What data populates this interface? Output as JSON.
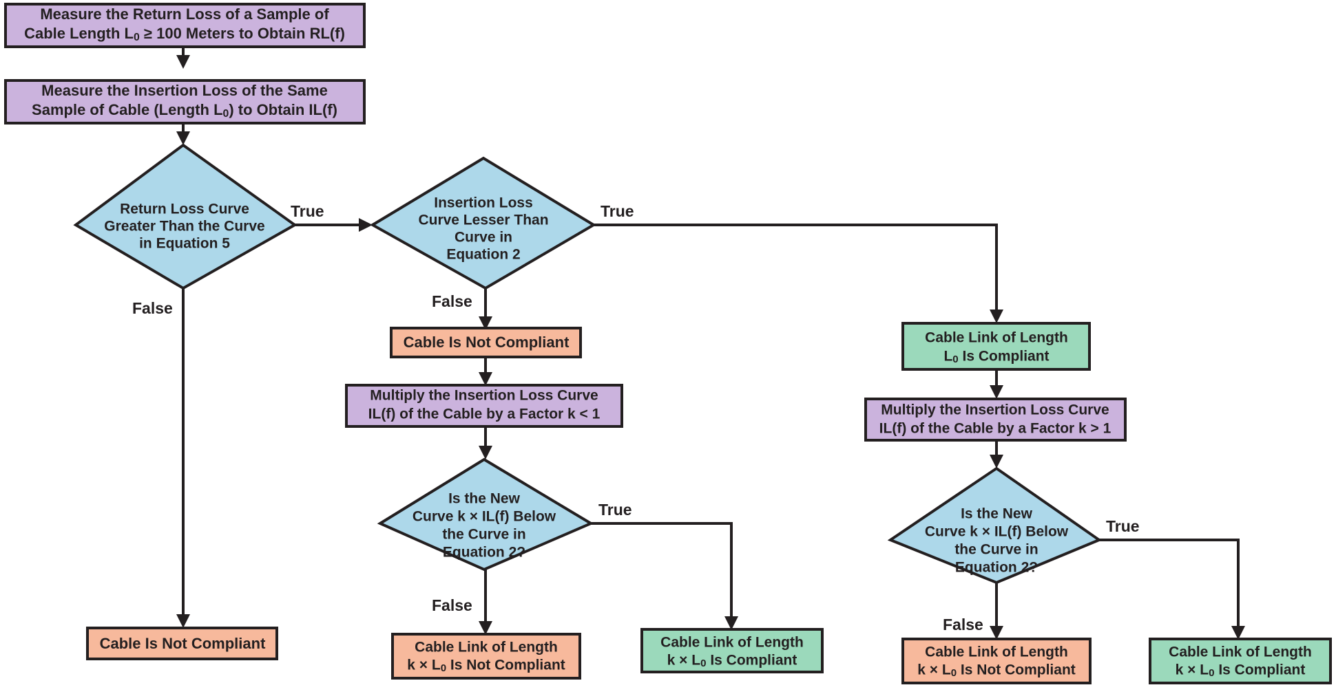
{
  "diagram": {
    "title": "Cable Compliance Testing Flowchart",
    "colors": {
      "process_fill": "#cbb3dd",
      "decision_fill": "#add8ea",
      "fail_fill": "#f7b99c",
      "pass_fill": "#9bd9bb",
      "stroke": "#231f20",
      "background": "#ffffff"
    },
    "nodes": [
      {
        "id": "measure-return-loss",
        "type": "process",
        "fill": "process_fill",
        "lines": [
          {
            "parts": [
              {
                "t": "Measure the Return Loss of a Sample of"
              }
            ]
          },
          {
            "parts": [
              {
                "t": "Cable Length L"
              },
              {
                "t": "0",
                "sub": true
              },
              {
                "t": " ≥ 100 Meters to Obtain RL(f)"
              }
            ]
          }
        ],
        "plain": "Measure the Return Loss of a Sample of Cable Length L0 ≥ 100 Meters to Obtain RL(f)"
      },
      {
        "id": "measure-insertion-loss",
        "type": "process",
        "fill": "process_fill",
        "lines": [
          {
            "parts": [
              {
                "t": "Measure the Insertion Loss of the Same"
              }
            ]
          },
          {
            "parts": [
              {
                "t": "Sample of Cable (Length L"
              },
              {
                "t": "0",
                "sub": true
              },
              {
                "t": ") to Obtain IL(f)"
              }
            ]
          }
        ],
        "plain": "Measure the Insertion Loss of the Same Sample of Cable (Length L0) to Obtain IL(f)"
      },
      {
        "id": "decision-return-loss",
        "type": "decision",
        "fill": "decision_fill",
        "lines": [
          {
            "parts": [
              {
                "t": "Return Loss Curve"
              }
            ]
          },
          {
            "parts": [
              {
                "t": "Greater Than the Curve"
              }
            ]
          },
          {
            "parts": [
              {
                "t": "in Equation 5"
              }
            ]
          }
        ],
        "plain": "Return Loss Curve Greater Than the Curve in Equation 5"
      },
      {
        "id": "decision-insertion-loss",
        "type": "decision",
        "fill": "decision_fill",
        "lines": [
          {
            "parts": [
              {
                "t": "Insertion Loss"
              }
            ]
          },
          {
            "parts": [
              {
                "t": "Curve Lesser Than"
              }
            ]
          },
          {
            "parts": [
              {
                "t": "Curve in"
              }
            ]
          },
          {
            "parts": [
              {
                "t": "Equation 2"
              }
            ]
          }
        ],
        "plain": "Insertion Loss Curve Lesser Than Curve in Equation 2"
      },
      {
        "id": "cable-not-compliant-left",
        "type": "terminal",
        "fill": "fail_fill",
        "lines": [
          {
            "parts": [
              {
                "t": "Cable Is Not Compliant"
              }
            ]
          }
        ],
        "plain": "Cable Is Not Compliant"
      },
      {
        "id": "cable-not-compliant-mid",
        "type": "terminal",
        "fill": "fail_fill",
        "lines": [
          {
            "parts": [
              {
                "t": "Cable Is Not Compliant"
              }
            ]
          }
        ],
        "plain": "Cable Is Not Compliant"
      },
      {
        "id": "multiply-k-less-than-1",
        "type": "process",
        "fill": "process_fill",
        "lines": [
          {
            "parts": [
              {
                "t": "Multiply the Insertion Loss Curve"
              }
            ]
          },
          {
            "parts": [
              {
                "t": "IL(f) of the Cable by a Factor k < 1"
              }
            ]
          }
        ],
        "plain": "Multiply the Insertion Loss Curve IL(f) of the Cable by a Factor k < 1"
      },
      {
        "id": "decision-new-curve-mid",
        "type": "decision",
        "fill": "decision_fill",
        "lines": [
          {
            "parts": [
              {
                "t": "Is the New"
              }
            ]
          },
          {
            "parts": [
              {
                "t": "Curve k × IL(f) Below"
              }
            ]
          },
          {
            "parts": [
              {
                "t": "the Curve in"
              }
            ]
          },
          {
            "parts": [
              {
                "t": "Equation 2?"
              }
            ]
          }
        ],
        "plain": "Is the New Curve k × IL(f) Below the Curve in Equation 2?"
      },
      {
        "id": "link-k-l0-not-compliant-mid",
        "type": "terminal",
        "fill": "fail_fill",
        "lines": [
          {
            "parts": [
              {
                "t": "Cable Link of Length"
              }
            ]
          },
          {
            "parts": [
              {
                "t": "k × L"
              },
              {
                "t": "0",
                "sub": true
              },
              {
                "t": " Is Not Compliant"
              }
            ]
          }
        ],
        "plain": "Cable Link of Length k × L0 Is Not Compliant"
      },
      {
        "id": "link-k-l0-compliant-mid",
        "type": "terminal",
        "fill": "pass_fill",
        "lines": [
          {
            "parts": [
              {
                "t": "Cable Link of Length"
              }
            ]
          },
          {
            "parts": [
              {
                "t": "k × L"
              },
              {
                "t": "0",
                "sub": true
              },
              {
                "t": " Is Compliant"
              }
            ]
          }
        ],
        "plain": "Cable Link of Length k × L0 Is Compliant"
      },
      {
        "id": "link-l0-compliant",
        "type": "terminal",
        "fill": "pass_fill",
        "lines": [
          {
            "parts": [
              {
                "t": "Cable Link of Length"
              }
            ]
          },
          {
            "parts": [
              {
                "t": "L"
              },
              {
                "t": "0",
                "sub": true
              },
              {
                "t": " Is Compliant"
              }
            ]
          }
        ],
        "plain": "Cable Link of Length L0 Is Compliant"
      },
      {
        "id": "multiply-k-greater-than-1",
        "type": "process",
        "fill": "process_fill",
        "lines": [
          {
            "parts": [
              {
                "t": "Multiply the Insertion Loss Curve"
              }
            ]
          },
          {
            "parts": [
              {
                "t": "IL(f) of the Cable by a Factor k > 1"
              }
            ]
          }
        ],
        "plain": "Multiply the Insertion Loss Curve IL(f) of the Cable by a Factor k > 1"
      },
      {
        "id": "decision-new-curve-right",
        "type": "decision",
        "fill": "decision_fill",
        "lines": [
          {
            "parts": [
              {
                "t": "Is the New"
              }
            ]
          },
          {
            "parts": [
              {
                "t": "Curve k × IL(f) Below"
              }
            ]
          },
          {
            "parts": [
              {
                "t": "the Curve in"
              }
            ]
          },
          {
            "parts": [
              {
                "t": "Equation 2?"
              }
            ]
          }
        ],
        "plain": "Is the New Curve k × IL(f) Below the Curve in Equation 2?"
      },
      {
        "id": "link-k-l0-not-compliant-right",
        "type": "terminal",
        "fill": "fail_fill",
        "lines": [
          {
            "parts": [
              {
                "t": "Cable Link of Length"
              }
            ]
          },
          {
            "parts": [
              {
                "t": "k × L"
              },
              {
                "t": "0",
                "sub": true
              },
              {
                "t": " Is Not Compliant"
              }
            ]
          }
        ],
        "plain": "Cable Link of Length k × L0 Is Not Compliant"
      },
      {
        "id": "link-k-l0-compliant-right",
        "type": "terminal",
        "fill": "pass_fill",
        "lines": [
          {
            "parts": [
              {
                "t": "Cable Link of Length"
              }
            ]
          },
          {
            "parts": [
              {
                "t": "k × L"
              },
              {
                "t": "0",
                "sub": true
              },
              {
                "t": " Is Compliant"
              }
            ]
          }
        ],
        "plain": "Cable Link of Length k × L0 Is Compliant"
      }
    ],
    "edge_labels": {
      "rl_true": "True",
      "rl_false": "False",
      "il_true": "True",
      "il_false": "False",
      "mid_true": "True",
      "mid_false": "False",
      "right_true": "True",
      "right_false": "False"
    }
  }
}
